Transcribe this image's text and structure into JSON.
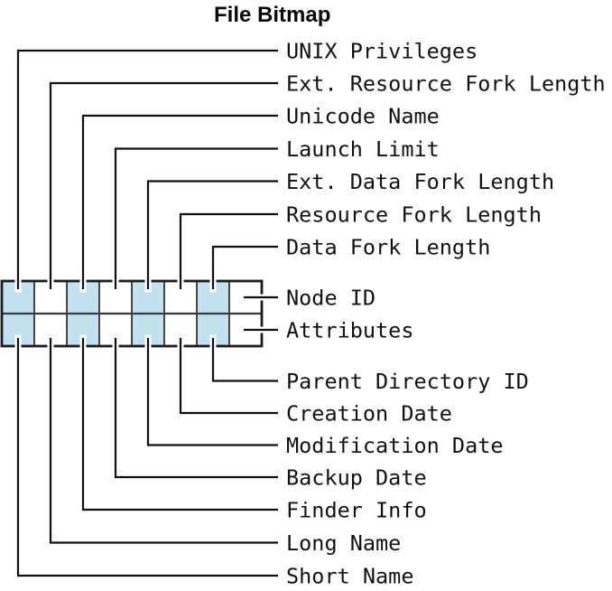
{
  "title": "File Bitmap",
  "colors": {
    "cell_fill": "#c2e1ef",
    "line": "#101010",
    "background": "#ffffff"
  },
  "bitmap": {
    "rows": 2,
    "columns": 8,
    "filled_columns": [
      1,
      3,
      5,
      7
    ],
    "row_meaning_top": "Node ID",
    "row_meaning_bottom": "Attributes"
  },
  "labels": {
    "top": [
      "UNIX Privileges",
      "Ext. Resource Fork Length",
      "Unicode Name",
      "Launch Limit",
      "Ext. Data Fork Length",
      "Resource Fork Length",
      "Data Fork Length"
    ],
    "middle": [
      "Node ID",
      "Attributes"
    ],
    "bottom": [
      "Parent Directory ID",
      "Creation Date",
      "Modification Date",
      "Backup Date",
      "Finder Info",
      "Long Name",
      "Short Name"
    ]
  }
}
